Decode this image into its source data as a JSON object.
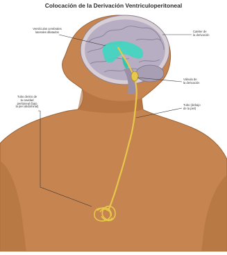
{
  "title": "Colocación de la Derivación Ventriculoperitoneal",
  "labels": {
    "ventricles": "Ventrículos cerebrales\nlaterales dilatados",
    "catheter": "Catéter de\nla derivación",
    "valve": "Válvula de\nla derivación",
    "tube": "Tubo (debajo\nde la piel)",
    "peritoneal": "Tubo dentro de\nla cavidad\nperitoneal (bajo\nla piel abdominal)"
  },
  "colors": {
    "skin": "#c8864e",
    "skin_dark": "#a9683a",
    "brain": "#b9b2c4",
    "ventricle": "#3fd6c0",
    "tube": "#e8c84a"
  }
}
